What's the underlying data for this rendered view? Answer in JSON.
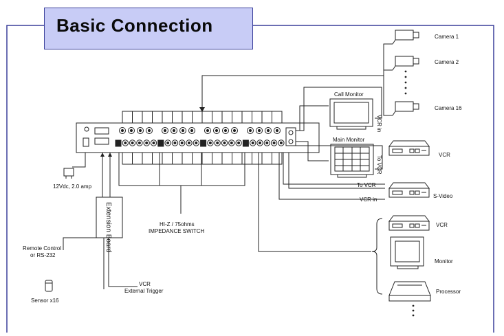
{
  "title": "Basic Connection",
  "labels": {
    "camera1": "Camera 1",
    "camera2": "Camera 2",
    "camera16": "Camera 16",
    "call_monitor": "Call Monitor",
    "main_monitor": "Main Monitor",
    "vcr_in_vertical": "VCR in",
    "to_vcr_vertical": "To VCR",
    "vcr_right": "VCR",
    "to_vcr": "To VCR",
    "vcr_in": "VCR in",
    "s_video": "S-Video",
    "power": "12Vdc, 2.0 amp",
    "extension_board": "Extension Board",
    "impedance_line1": "HI-Z / 75ohms",
    "impedance_line2": "IMPEDANCE SWITCH",
    "remote_line1": "Remote Control",
    "remote_line2": "or RS-232",
    "sensor": "Sensor x16",
    "ext_vcr_line1": "VCR",
    "ext_vcr_line2": "External Trigger",
    "vcr_lower": "VCR",
    "monitor_lower": "Monitor",
    "processor": "Processor"
  },
  "colors": {
    "frame": "#3a3f9a",
    "title_fill": "#c8ccf6",
    "line": "#222222"
  }
}
